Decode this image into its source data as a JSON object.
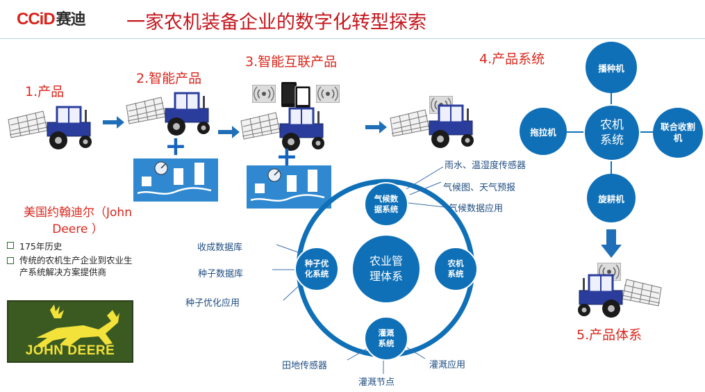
{
  "header": {
    "logo_latin": "CCiD",
    "logo_cn": "赛迪",
    "title": "一家农机装备企业的数字化转型探索"
  },
  "steps": {
    "s1": "1.产品",
    "s2": "2.智能产品",
    "s3": "3.智能互联产品",
    "s4": "4.产品系统",
    "s5": "5.产品体系"
  },
  "company": {
    "name_line1": "美国约翰迪尔（John",
    "name_line2": "Deere ）",
    "bullets": [
      "175年历史",
      "传统的农机生产企业到农业生产系统解决方案提供商"
    ],
    "logo_text": "JOHN DEERE"
  },
  "product_system": {
    "center": "农机系统",
    "top": "播种机",
    "left": "拖拉机",
    "right": "联合收割机",
    "bottom": "旋耕机"
  },
  "management": {
    "center": "农业管理体系",
    "climate": "气候数据系统",
    "seed": "种子优化系统",
    "machine": "农机系统",
    "irrigation": "灌溉系统",
    "climate_items": [
      "雨水、温湿度传感器",
      "气候图、天气预报",
      "气候数据应用"
    ],
    "seed_items": [
      "收成数据库",
      "种子数据库",
      "种子优化应用"
    ],
    "irrigation_items": [
      "田地传感器",
      "灌溉节点",
      "灌溉应用"
    ]
  },
  "colors": {
    "title": "#c4151c",
    "step": "#d9261c",
    "circle": "#0f70b7",
    "label": "#1f4d80",
    "arrow": "#1f6fb8"
  }
}
